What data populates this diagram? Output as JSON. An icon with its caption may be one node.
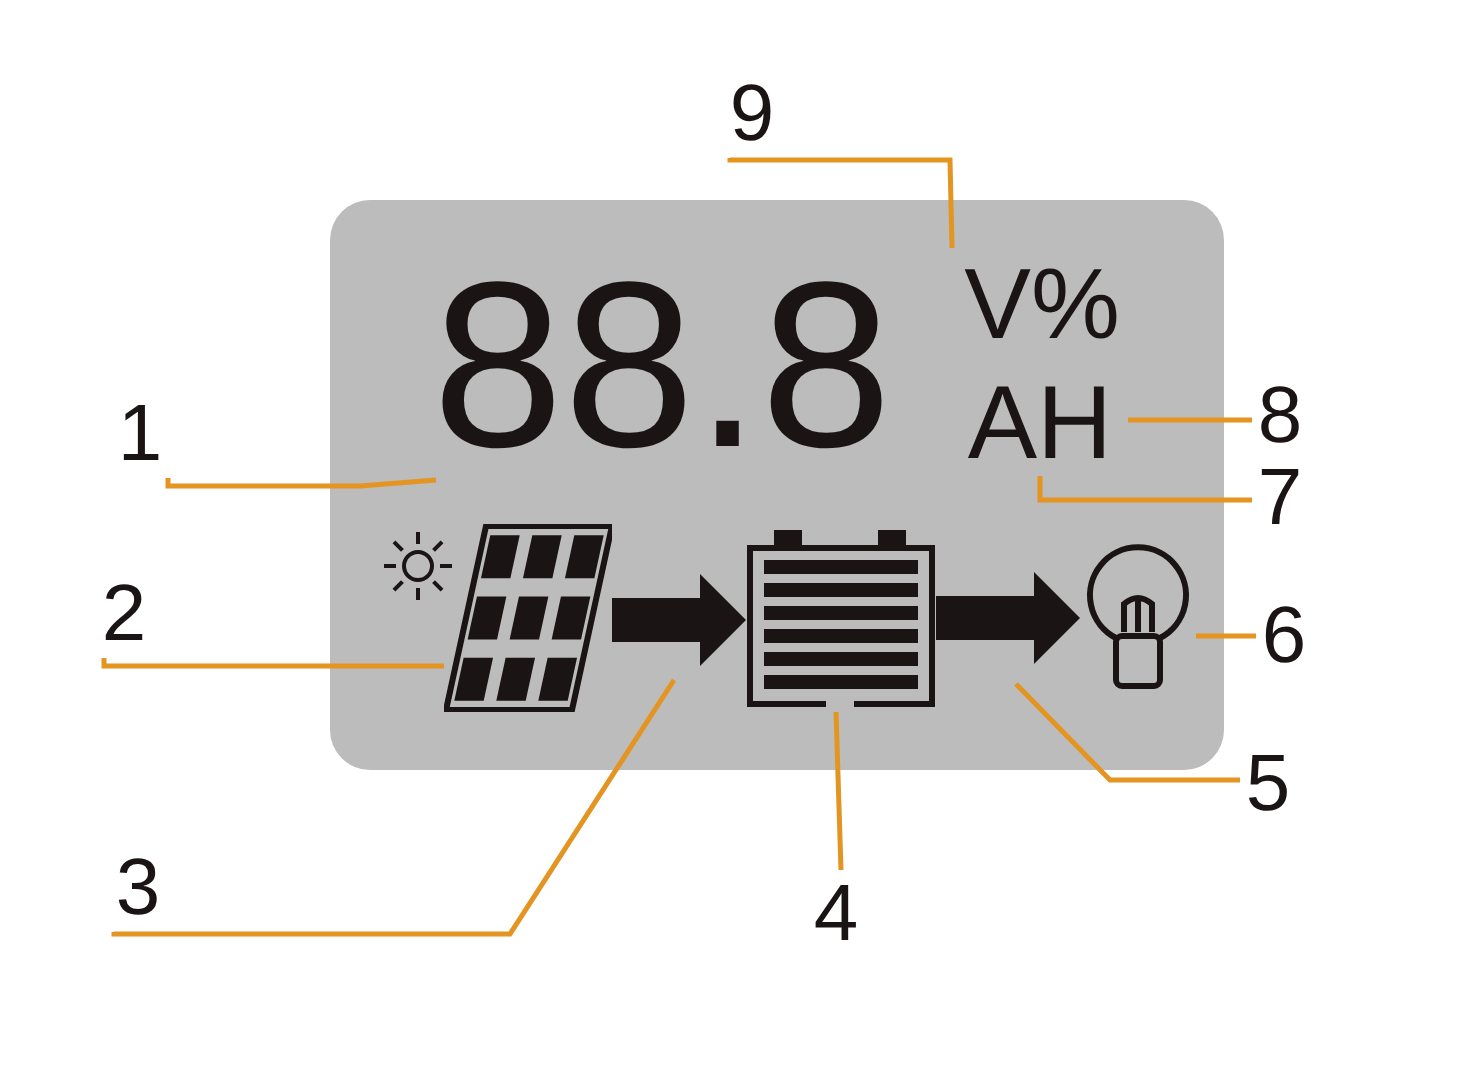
{
  "diagram": {
    "nodes": [
      {
        "text": [],
        "shape": "box"
      },
      {
        "text": [
          "88.8"
        ],
        "in": 0
      },
      {
        "text": [
          "V%"
        ],
        "in": 0
      },
      {
        "text": [
          "AH"
        ],
        "in": 0
      },
      {
        "text": [],
        "shape": "picture",
        "in": 0
      },
      {
        "text": [],
        "shape": "picture",
        "in": 0
      },
      {
        "text": [],
        "shape": "picture",
        "in": 0
      },
      {
        "text": [
          "1"
        ]
      },
      {
        "text": [
          "2"
        ]
      },
      {
        "text": [
          "3"
        ]
      },
      {
        "text": [
          "4"
        ]
      },
      {
        "text": [
          "5"
        ]
      },
      {
        "text": [
          "6"
        ]
      },
      {
        "text": [
          "7"
        ]
      },
      {
        "text": [
          "8"
        ]
      },
      {
        "text": [
          "9"
        ]
      }
    ],
    "edges": [
      {
        "from": 4,
        "to": 5,
        "arrow": "to",
        "style": "thick",
        "color": "#1a1414"
      },
      {
        "from": 5,
        "to": 6,
        "arrow": "to",
        "style": "thick",
        "color": "#1a1414"
      },
      {
        "from": 7,
        "to": 1,
        "arrow": "none"
      },
      {
        "from": 8,
        "to": 4,
        "arrow": "none"
      },
      {
        "from": 9,
        "to": null,
        "arrow": "none"
      },
      {
        "from": 10,
        "to": 5,
        "arrow": "none"
      },
      {
        "from": 11,
        "to": null,
        "arrow": "none"
      },
      {
        "from": 12,
        "to": 6,
        "arrow": "none"
      },
      {
        "from": 13,
        "to": 3,
        "arrow": "none"
      },
      {
        "from": 14,
        "to": 3,
        "arrow": "none"
      },
      {
        "from": 15,
        "to": 2,
        "arrow": "none"
      }
    ]
  }
}
